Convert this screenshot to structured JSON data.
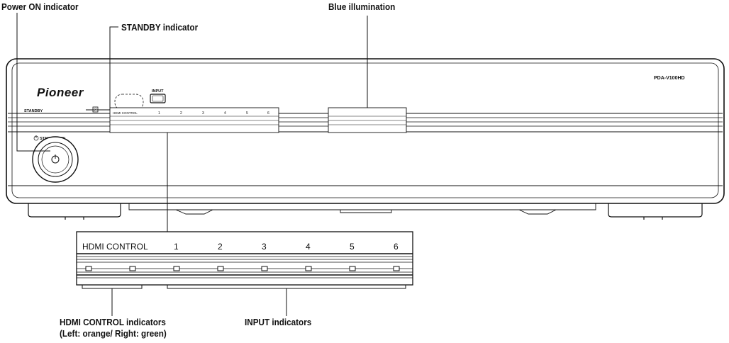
{
  "device": {
    "brand": "Pioneer",
    "model": "PDA-V100HD",
    "standby_label": "STANDBY",
    "power_label": "STANDBY/ON",
    "input_button_label": "INPUT",
    "hdmi_label": "HDMI CONTROL",
    "input_numbers": [
      "1",
      "2",
      "3",
      "4",
      "5",
      "6"
    ]
  },
  "callouts": {
    "power_on": "Power ON indicator",
    "standby": "STANDBY indicator",
    "blue_illumination": "Blue illumination",
    "hdmi_indicators_line1": "HDMI CONTROL indicators",
    "hdmi_indicators_line2": "(Left: orange/ Right: green)",
    "input_indicators": "INPUT indicators"
  },
  "detail": {
    "hdmi_label": "HDMI CONTROL",
    "input_numbers": [
      "1",
      "2",
      "3",
      "4",
      "5",
      "6"
    ]
  }
}
